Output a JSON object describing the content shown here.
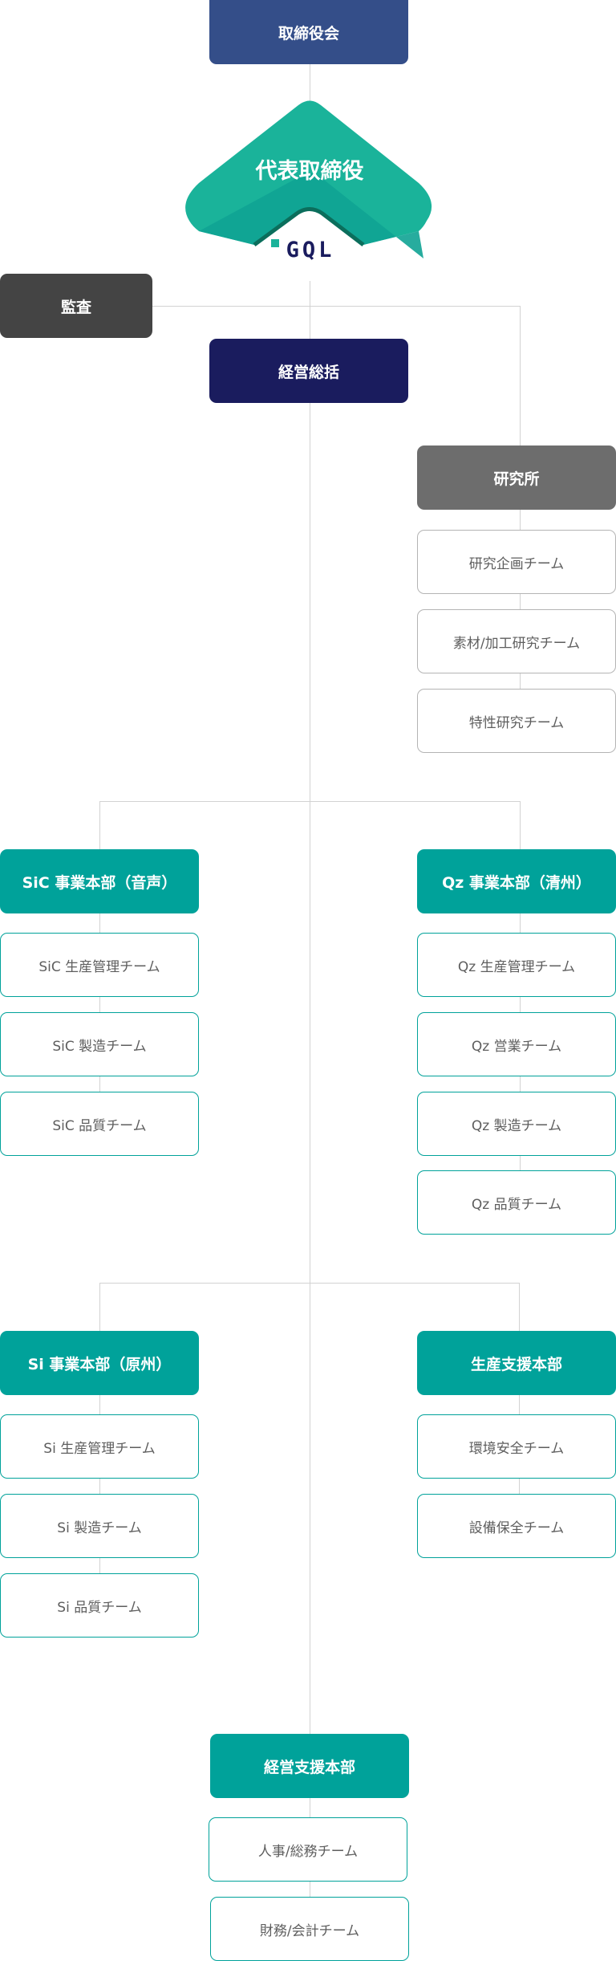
{
  "colors": {
    "board": "#344e89",
    "ceo": "#1ab39a",
    "audit": "#444444",
    "management": "#1a1c5e",
    "research": "#6d6d6d",
    "division": "#00a29a",
    "line": "#d2d2d2"
  },
  "board": "取締役会",
  "ceo": "代表取締役",
  "logo": "GQL",
  "audit": "監査",
  "management": "経営総括",
  "research": {
    "title": "研究所",
    "teams": [
      "研究企画チーム",
      "素材/加工研究チーム",
      "特性研究チーム"
    ]
  },
  "sic": {
    "title": "SiC 事業本部（音声）",
    "teams": [
      "SiC 生産管理チーム",
      "SiC 製造チーム",
      "SiC 品質チーム"
    ]
  },
  "qz": {
    "title": "Qz 事業本部（清州）",
    "teams": [
      "Qz 生産管理チーム",
      "Qz 営業チーム",
      "Qz 製造チーム",
      "Qz 品質チーム"
    ]
  },
  "si": {
    "title": "Si 事業本部（原州）",
    "teams": [
      "Si 生産管理チーム",
      "Si 製造チーム",
      "Si 品質チーム"
    ]
  },
  "production_support": {
    "title": "生産支援本部",
    "teams": [
      "環境安全チーム",
      "設備保全チーム"
    ]
  },
  "management_support": {
    "title": "経営支援本部",
    "teams": [
      "人事/総務チーム",
      "財務/会計チーム"
    ]
  }
}
